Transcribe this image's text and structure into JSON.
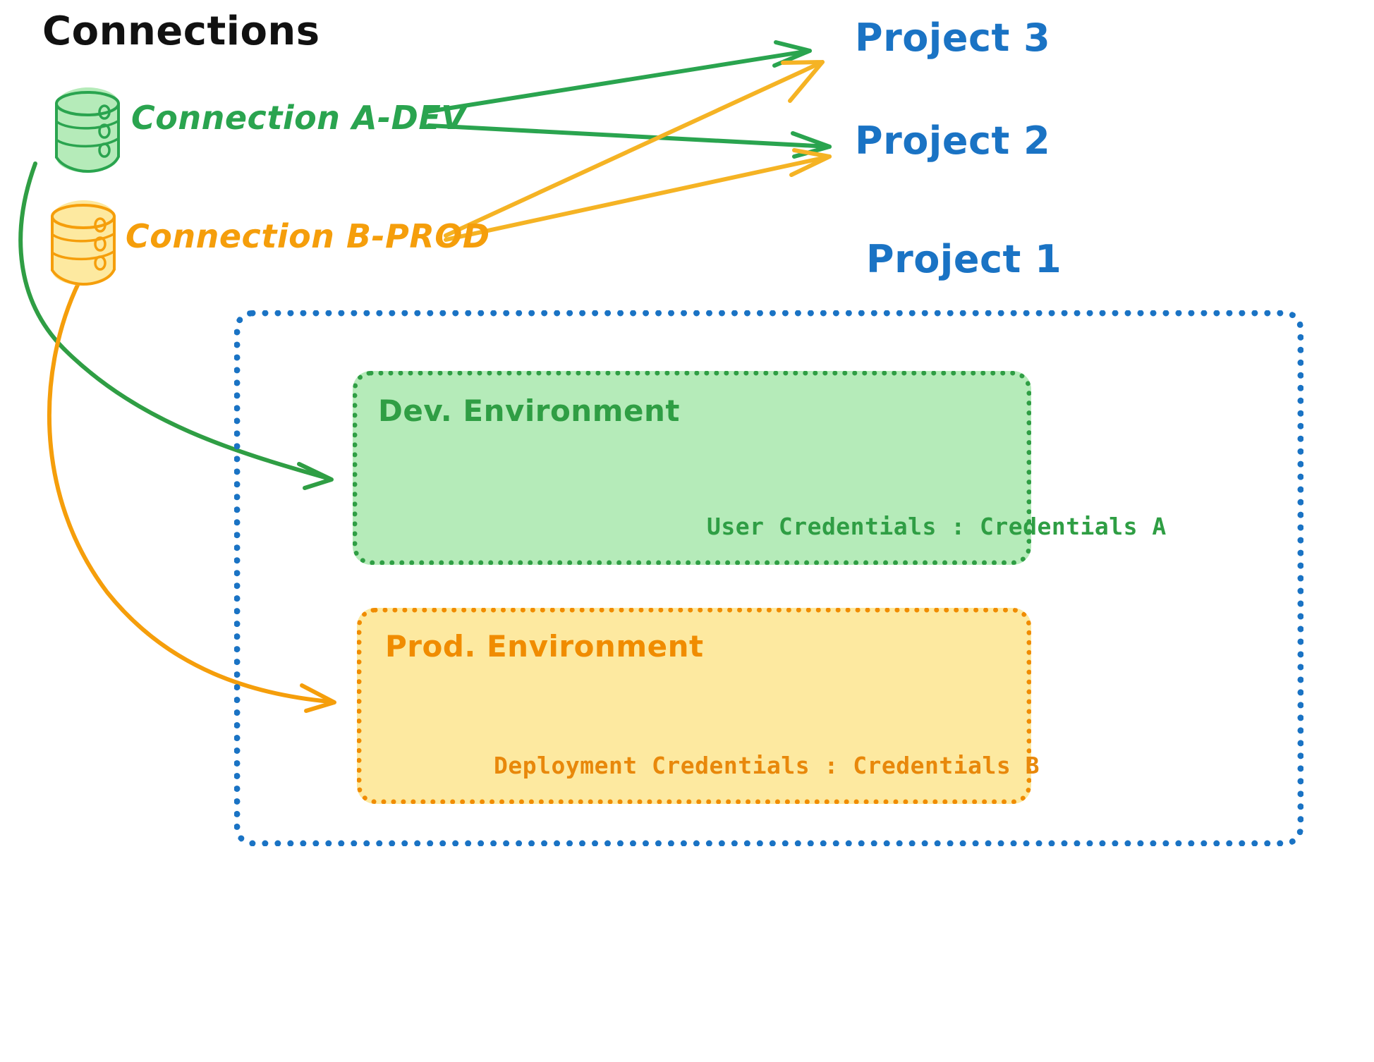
{
  "diagram": {
    "title": "Connections",
    "title_color": "#111111",
    "background": "#ffffff"
  },
  "connections": [
    {
      "id": "connection-a-dev",
      "label": "Connection A-DEV",
      "color": "#2aa44f",
      "fill": "#b5ebb9",
      "icon": "database-icon"
    },
    {
      "id": "connection-b-prod",
      "label": "Connection B-PROD",
      "color": "#f59e0b",
      "fill": "#fde9a0",
      "icon": "database-icon"
    }
  ],
  "projects": [
    {
      "id": "project-3",
      "label": "Project 3",
      "color": "#1a73c4"
    },
    {
      "id": "project-2",
      "label": "Project 2",
      "color": "#1a73c4"
    },
    {
      "id": "project-1",
      "label": "Project 1",
      "color": "#1a73c4"
    }
  ],
  "environments": [
    {
      "id": "dev-environment",
      "title": "Dev. Environment",
      "credentials_label": "User Credentials",
      "credentials_value": "Credentials A",
      "credentials_line": "User Credentials : Credentials A",
      "border_color": "#2f9e44",
      "fill_color": "#b5ebb9",
      "text_color": "#2f9e44"
    },
    {
      "id": "prod-environment",
      "title": "Prod. Environment",
      "credentials_label": "Deployment Credentials",
      "credentials_value": "Credentials B",
      "credentials_line": "Deployment Credentials : Credentials B",
      "border_color": "#f08c00",
      "fill_color": "#fde9a0",
      "text_color": "#e8880b"
    }
  ],
  "edges": [
    {
      "id": "edge-a-dev-to-project-3",
      "from": "connection-a-dev",
      "to": "project-3",
      "color": "#2aa44f"
    },
    {
      "id": "edge-a-dev-to-project-2",
      "from": "connection-a-dev",
      "to": "project-2",
      "color": "#2aa44f"
    },
    {
      "id": "edge-a-dev-to-dev-environment",
      "from": "connection-a-dev",
      "to": "dev-environment",
      "color": "#2aa44f"
    },
    {
      "id": "edge-b-prod-to-project-3",
      "from": "connection-b-prod",
      "to": "project-3",
      "color": "#f5b324"
    },
    {
      "id": "edge-b-prod-to-project-2",
      "from": "connection-b-prod",
      "to": "project-2",
      "color": "#f5b324"
    },
    {
      "id": "edge-b-prod-to-prod-environment",
      "from": "connection-b-prod",
      "to": "prod-environment",
      "color": "#f59e0b"
    }
  ]
}
